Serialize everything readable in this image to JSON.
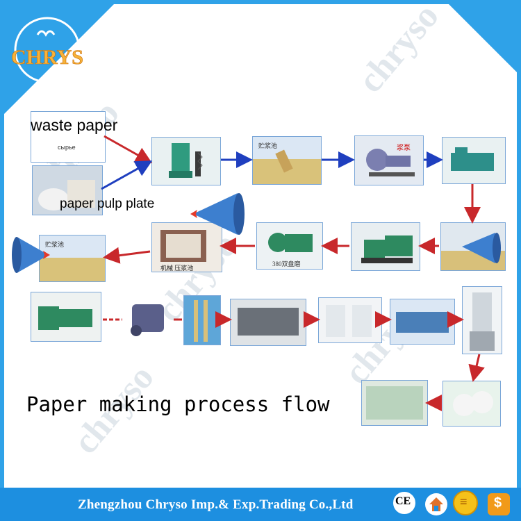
{
  "logo_text": "CHRYS",
  "labels": {
    "waste_paper": "waste paper",
    "waste_paper_sub": "сырье",
    "paper_pulp_plate": "paper pulp plate",
    "tank_label_1": "贮浆池",
    "pump_label": "浆泵",
    "tank_label_2": "贮浆池",
    "grinder_label": "380双盘磨",
    "press_label": "机械 压浆池"
  },
  "title": "Paper making process flow",
  "watermark": "chryso",
  "footer": {
    "company": "Zhengzhou Chryso Imp.& Exp.Trading Co.,Ltd"
  },
  "badges": [
    "CE",
    "house-icon",
    "coin-icon",
    "dollar-icon"
  ],
  "colors": {
    "frame": "#2fa2e8",
    "footer": "#1d8fe0",
    "arrow_red": "#c8282b",
    "arrow_blue": "#1f3fbf"
  }
}
